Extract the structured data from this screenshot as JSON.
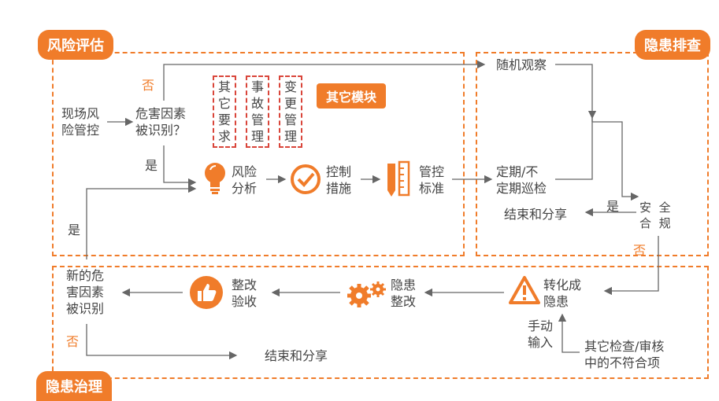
{
  "colors": {
    "accent": "#f07c2a",
    "line": "#666666",
    "dashed_red": "#d9453a"
  },
  "sections": {
    "risk_assessment": "风险评估",
    "hazard_check": "隐患排查",
    "hazard_governance": "隐患治理"
  },
  "risk": {
    "site_risk_control": [
      "现场风",
      "险管控"
    ],
    "hazard_identified_q": [
      "危害因素",
      "被识别？"
    ],
    "no": "否",
    "yes": "是",
    "other_req": "其它要求",
    "incident_mgmt": "事故管理",
    "change_mgmt": "变更管理",
    "other_modules": "其它模块",
    "risk_analysis": [
      "风险",
      "分析"
    ],
    "control_measures": [
      "控制",
      "措施"
    ],
    "control_standard": [
      "管控",
      "标准"
    ],
    "yes_left": "是"
  },
  "check": {
    "random_observe": "随机观察",
    "periodic_inspection": [
      "定期/不",
      "定期巡检"
    ],
    "safe_compliant": [
      "安",
      "全",
      "合",
      "规"
    ],
    "yes": "是",
    "no": "否",
    "end_share": "结束和分享"
  },
  "govern": {
    "new_hazard": [
      "新的危",
      "害因素",
      "被识别"
    ],
    "no": "否",
    "rectify_accept": [
      "整改",
      "验收"
    ],
    "hazard_rectify": [
      "隐患",
      "整改"
    ],
    "convert_hazard": [
      "转化成",
      "隐患"
    ],
    "manual_input": [
      "手动",
      "输入"
    ],
    "other_check_audit": [
      "其它检查/审核",
      "中的不符合项"
    ],
    "end_share": "结束和分享"
  },
  "icons": [
    "lightbulb-icon",
    "check-circle-icon",
    "ruler-pencil-icon",
    "thumbs-up-icon",
    "gears-icon",
    "warning-icon"
  ]
}
